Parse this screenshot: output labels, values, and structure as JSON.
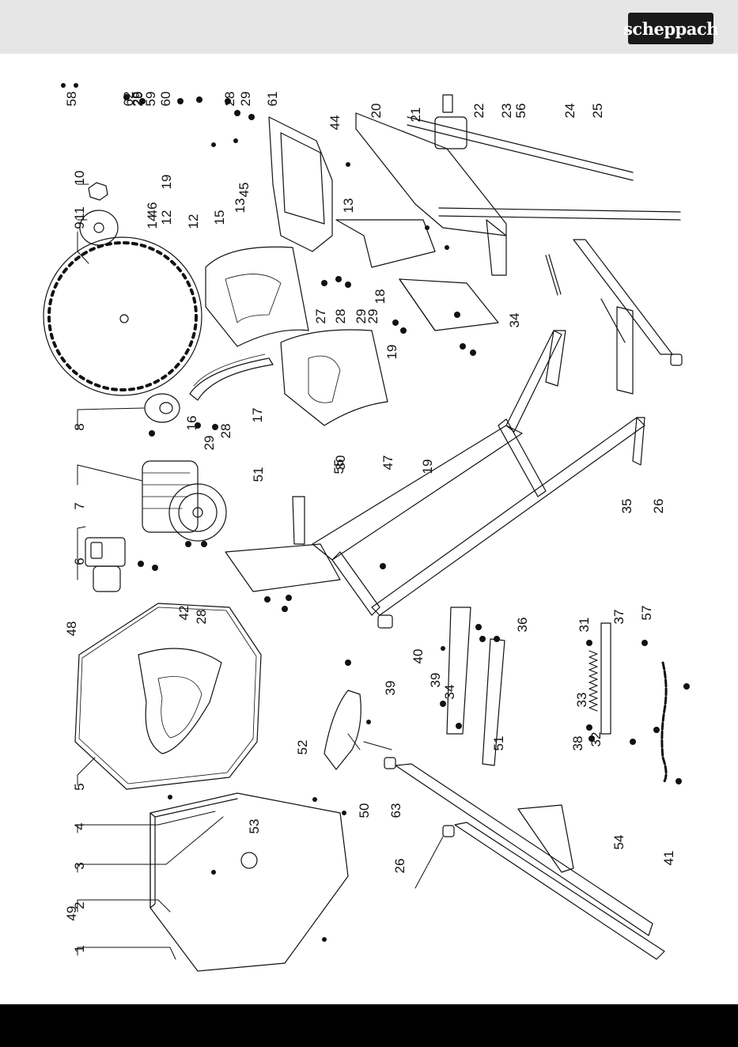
{
  "brand": {
    "name": "scheppach"
  },
  "colors": {
    "header_bg": "#e6e6e6",
    "footer_bg": "#000000",
    "line": "#111111",
    "logo_bg": "#1a1a1a"
  },
  "parts": [
    {
      "no": "1"
    },
    {
      "no": "2"
    },
    {
      "no": "3"
    },
    {
      "no": "4"
    },
    {
      "no": "5"
    },
    {
      "no": "6"
    },
    {
      "no": "7"
    },
    {
      "no": "8"
    },
    {
      "no": "9"
    },
    {
      "no": "10"
    },
    {
      "no": "11"
    },
    {
      "no": "12"
    },
    {
      "no": "13"
    },
    {
      "no": "14"
    },
    {
      "no": "15"
    },
    {
      "no": "16"
    },
    {
      "no": "17"
    },
    {
      "no": "18"
    },
    {
      "no": "19"
    },
    {
      "no": "20"
    },
    {
      "no": "21"
    },
    {
      "no": "22"
    },
    {
      "no": "23"
    },
    {
      "no": "24"
    },
    {
      "no": "25"
    },
    {
      "no": "26"
    },
    {
      "no": "27"
    },
    {
      "no": "28"
    },
    {
      "no": "29"
    },
    {
      "no": "30"
    },
    {
      "no": "31"
    },
    {
      "no": "32"
    },
    {
      "no": "33"
    },
    {
      "no": "34"
    },
    {
      "no": "35"
    },
    {
      "no": "36"
    },
    {
      "no": "37"
    },
    {
      "no": "38"
    },
    {
      "no": "39"
    },
    {
      "no": "40"
    },
    {
      "no": "41"
    },
    {
      "no": "42"
    },
    {
      "no": "44"
    },
    {
      "no": "45"
    },
    {
      "no": "46"
    },
    {
      "no": "47"
    },
    {
      "no": "48"
    },
    {
      "no": "49"
    },
    {
      "no": "50"
    },
    {
      "no": "51"
    },
    {
      "no": "52"
    },
    {
      "no": "53"
    },
    {
      "no": "54"
    },
    {
      "no": "55"
    },
    {
      "no": "56"
    },
    {
      "no": "57"
    },
    {
      "no": "58"
    },
    {
      "no": "59"
    },
    {
      "no": "60"
    },
    {
      "no": "61"
    },
    {
      "no": "62"
    },
    {
      "no": "63"
    },
    {
      "no": "12"
    },
    {
      "no": "13"
    },
    {
      "no": "19"
    },
    {
      "no": "19"
    },
    {
      "no": "26"
    },
    {
      "no": "28"
    },
    {
      "no": "28"
    },
    {
      "no": "28"
    },
    {
      "no": "28"
    },
    {
      "no": "29"
    },
    {
      "no": "29"
    },
    {
      "no": "29"
    },
    {
      "no": "29"
    },
    {
      "no": "34"
    },
    {
      "no": "39"
    },
    {
      "no": "51"
    }
  ]
}
